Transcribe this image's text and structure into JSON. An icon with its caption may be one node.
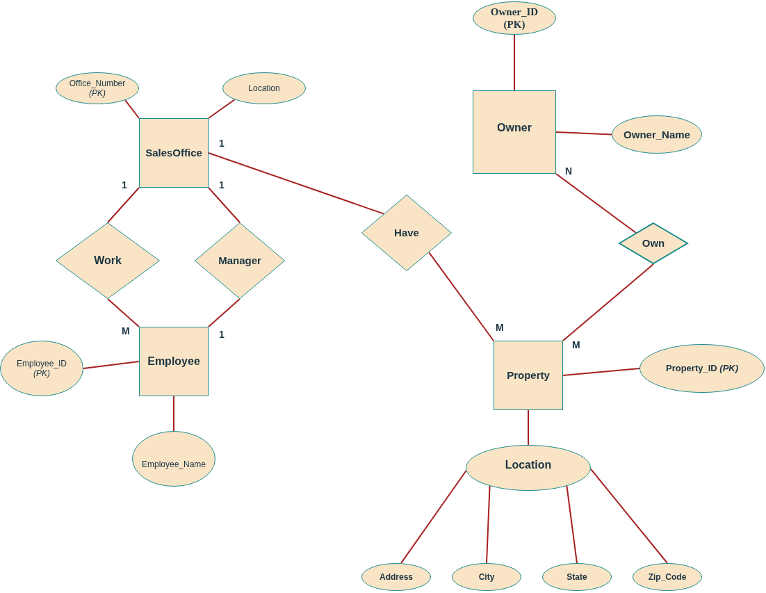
{
  "diagram": {
    "nodes": [
      {
        "text": [
          "Owner_ID (PK)"
        ]
      },
      {
        "text": [
          "Office_Number *(PK)*"
        ]
      },
      {
        "text": [
          "Location"
        ]
      },
      {
        "text": [
          "Owner"
        ]
      },
      {
        "text": [
          "SalesOffice"
        ]
      },
      {
        "text": [
          "Owner_Name"
        ]
      },
      {
        "text": [
          "Have"
        ]
      },
      {
        "text": [
          "Work"
        ]
      },
      {
        "text": [
          "Manager"
        ]
      },
      {
        "text": [
          "Own"
        ]
      },
      {
        "text": [
          "Employee"
        ]
      },
      {
        "text": [
          "Property"
        ]
      },
      {
        "text": [
          "Employee_ID *(PK)*"
        ]
      },
      {
        "text": [
          "Property_ID *(PK)*"
        ]
      },
      {
        "text": [
          "Employee_Name"
        ]
      },
      {
        "text": [
          "Location"
        ]
      },
      {
        "text": [
          "Address"
        ]
      },
      {
        "text": [
          "City"
        ]
      },
      {
        "text": [
          "State"
        ]
      },
      {
        "text": [
          "Zip_Code"
        ]
      }
    ],
    "edges": [
      {
        "from": 0,
        "to": 3,
        "arrow": "none"
      },
      {
        "from": 1,
        "to": 4,
        "arrow": "none"
      },
      {
        "from": 2,
        "to": 4,
        "arrow": "none"
      },
      {
        "from": 3,
        "to": 5,
        "arrow": "none"
      },
      {
        "from": 4,
        "to": 6,
        "arrow": "none"
      },
      {
        "from": 4,
        "to": 7,
        "arrow": "none"
      },
      {
        "from": 4,
        "to": 8,
        "arrow": "none"
      },
      {
        "from": 3,
        "to": 9,
        "arrow": "none"
      },
      {
        "from": 7,
        "to": 10,
        "arrow": "none"
      },
      {
        "from": 8,
        "to": 10,
        "arrow": "none"
      },
      {
        "from": 6,
        "to": 11,
        "arrow": "none"
      },
      {
        "from": 9,
        "to": 11,
        "arrow": "none"
      },
      {
        "from": 12,
        "to": 10,
        "arrow": "none"
      },
      {
        "from": 11,
        "to": 13,
        "arrow": "none"
      },
      {
        "from": 10,
        "to": 14,
        "arrow": "none"
      },
      {
        "from": 11,
        "to": 15,
        "arrow": "none"
      },
      {
        "from": 15,
        "to": 16,
        "arrow": "none"
      },
      {
        "from": 15,
        "to": 17,
        "arrow": "none"
      },
      {
        "from": 15,
        "to": 18,
        "arrow": "none"
      },
      {
        "from": 15,
        "to": 19,
        "arrow": "none"
      }
    ],
    "labels": [
      "1",
      "N",
      "1",
      "1",
      "M",
      "1",
      "M",
      "M"
    ]
  }
}
